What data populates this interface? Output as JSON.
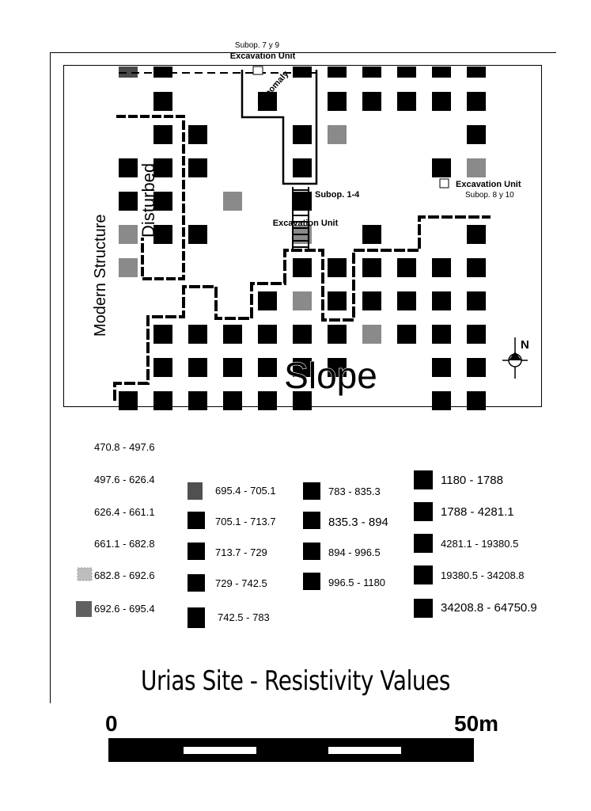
{
  "map": {
    "title": "Urias Site - Resistivity Values",
    "labels": {
      "subop_top": "Subop. 7 y 9",
      "excavation_unit_top": "Excavation Unit",
      "anomaly": "Anomaly",
      "excavation_unit_right": "Excavation Unit",
      "subop_right": "Subop. 8 y 10",
      "subop_center": "Subop. 1-4",
      "excavation_unit_center": "Excavation Unit",
      "disturbed": "Disturbed",
      "modern_structure": "Modern Structure",
      "slope": "Slope",
      "north": "N"
    },
    "scale_bar": {
      "start_label": "0",
      "end_label": "50m"
    }
  },
  "legend": {
    "col1": [
      "470.8 - 497.6",
      "497.6 - 626.4",
      "626.4 - 661.1",
      "661.1 - 682.8",
      "682.8 - 692.6",
      "692.6 - 695.4"
    ],
    "col2": [
      "695.4 - 705.1",
      "705.1 - 713.7",
      "713.7 - 729",
      "729 - 742.5",
      "742.5 - 783"
    ],
    "col3": [
      "783 - 835.3",
      "835.3 - 894",
      "894 - 996.5",
      "996.5 - 1180"
    ],
    "col4": [
      "1180 - 1788",
      "1788 - 4281.1",
      "4281.1 - 19380.5",
      "19380.5 - 34208.8",
      "34208.8 - 64750.9"
    ]
  },
  "colors": {
    "ink": "#000000",
    "paper": "#ffffff",
    "grey": "#8a8a8a"
  }
}
